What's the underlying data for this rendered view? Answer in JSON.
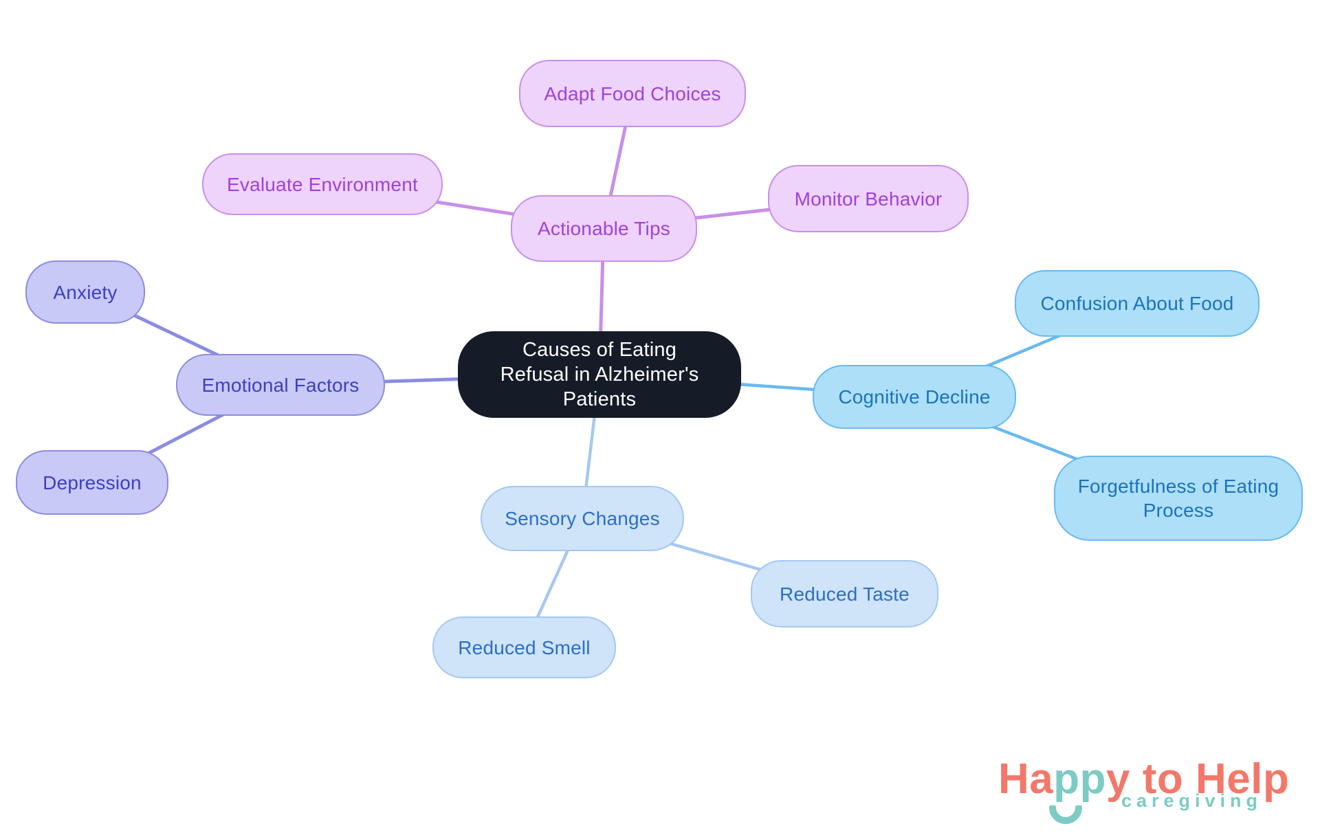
{
  "diagram": {
    "type": "mindmap",
    "nodes": {
      "central": "Causes of Eating Refusal in Alzheimer's Patients",
      "actionable_tips": "Actionable Tips",
      "adapt_food_choices": "Adapt Food Choices",
      "evaluate_environment": "Evaluate Environment",
      "monitor_behavior": "Monitor Behavior",
      "emotional_factors": "Emotional Factors",
      "anxiety": "Anxiety",
      "depression": "Depression",
      "cognitive_decline": "Cognitive Decline",
      "confusion_about_food": "Confusion About Food",
      "forgetfulness_of_eating_process": "Forgetfulness of Eating Process",
      "sensory_changes": "Sensory Changes",
      "reduced_taste": "Reduced Taste",
      "reduced_smell": "Reduced Smell"
    },
    "hierarchy": {
      "root": "central",
      "edges": [
        [
          "central",
          "actionable_tips"
        ],
        [
          "actionable_tips",
          "adapt_food_choices"
        ],
        [
          "actionable_tips",
          "evaluate_environment"
        ],
        [
          "actionable_tips",
          "monitor_behavior"
        ],
        [
          "central",
          "emotional_factors"
        ],
        [
          "emotional_factors",
          "anxiety"
        ],
        [
          "emotional_factors",
          "depression"
        ],
        [
          "central",
          "cognitive_decline"
        ],
        [
          "cognitive_decline",
          "confusion_about_food"
        ],
        [
          "cognitive_decline",
          "forgetfulness_of_eating_process"
        ],
        [
          "central",
          "sensory_changes"
        ],
        [
          "sensory_changes",
          "reduced_taste"
        ],
        [
          "sensory_changes",
          "reduced_smell"
        ]
      ]
    }
  },
  "colors": {
    "central_bg": "#151c28",
    "central_text": "#ffffff",
    "purple_fill": "#eed3fb",
    "purple_border": "#c88fe9",
    "purple_text": "#a041da",
    "periwinkle_fill": "#c8c9f6",
    "periwinkle_border": "#8a8ce2",
    "periwinkle_text": "#3c40c2",
    "sky_fill": "#addff9",
    "sky_border": "#69b9f0",
    "sky_text": "#1b73ba",
    "pale_blue_fill": "#cfe3f9",
    "pale_blue_border": "#a6c8f0",
    "pale_blue_text": "#2b6fc6",
    "logo_coral": "#f3786a",
    "logo_teal": "#7ccbc4"
  },
  "logo": {
    "word_part1": "Ha",
    "word_part2": "pp",
    "word_part3": "y to Help",
    "tagline": "caregiving"
  }
}
